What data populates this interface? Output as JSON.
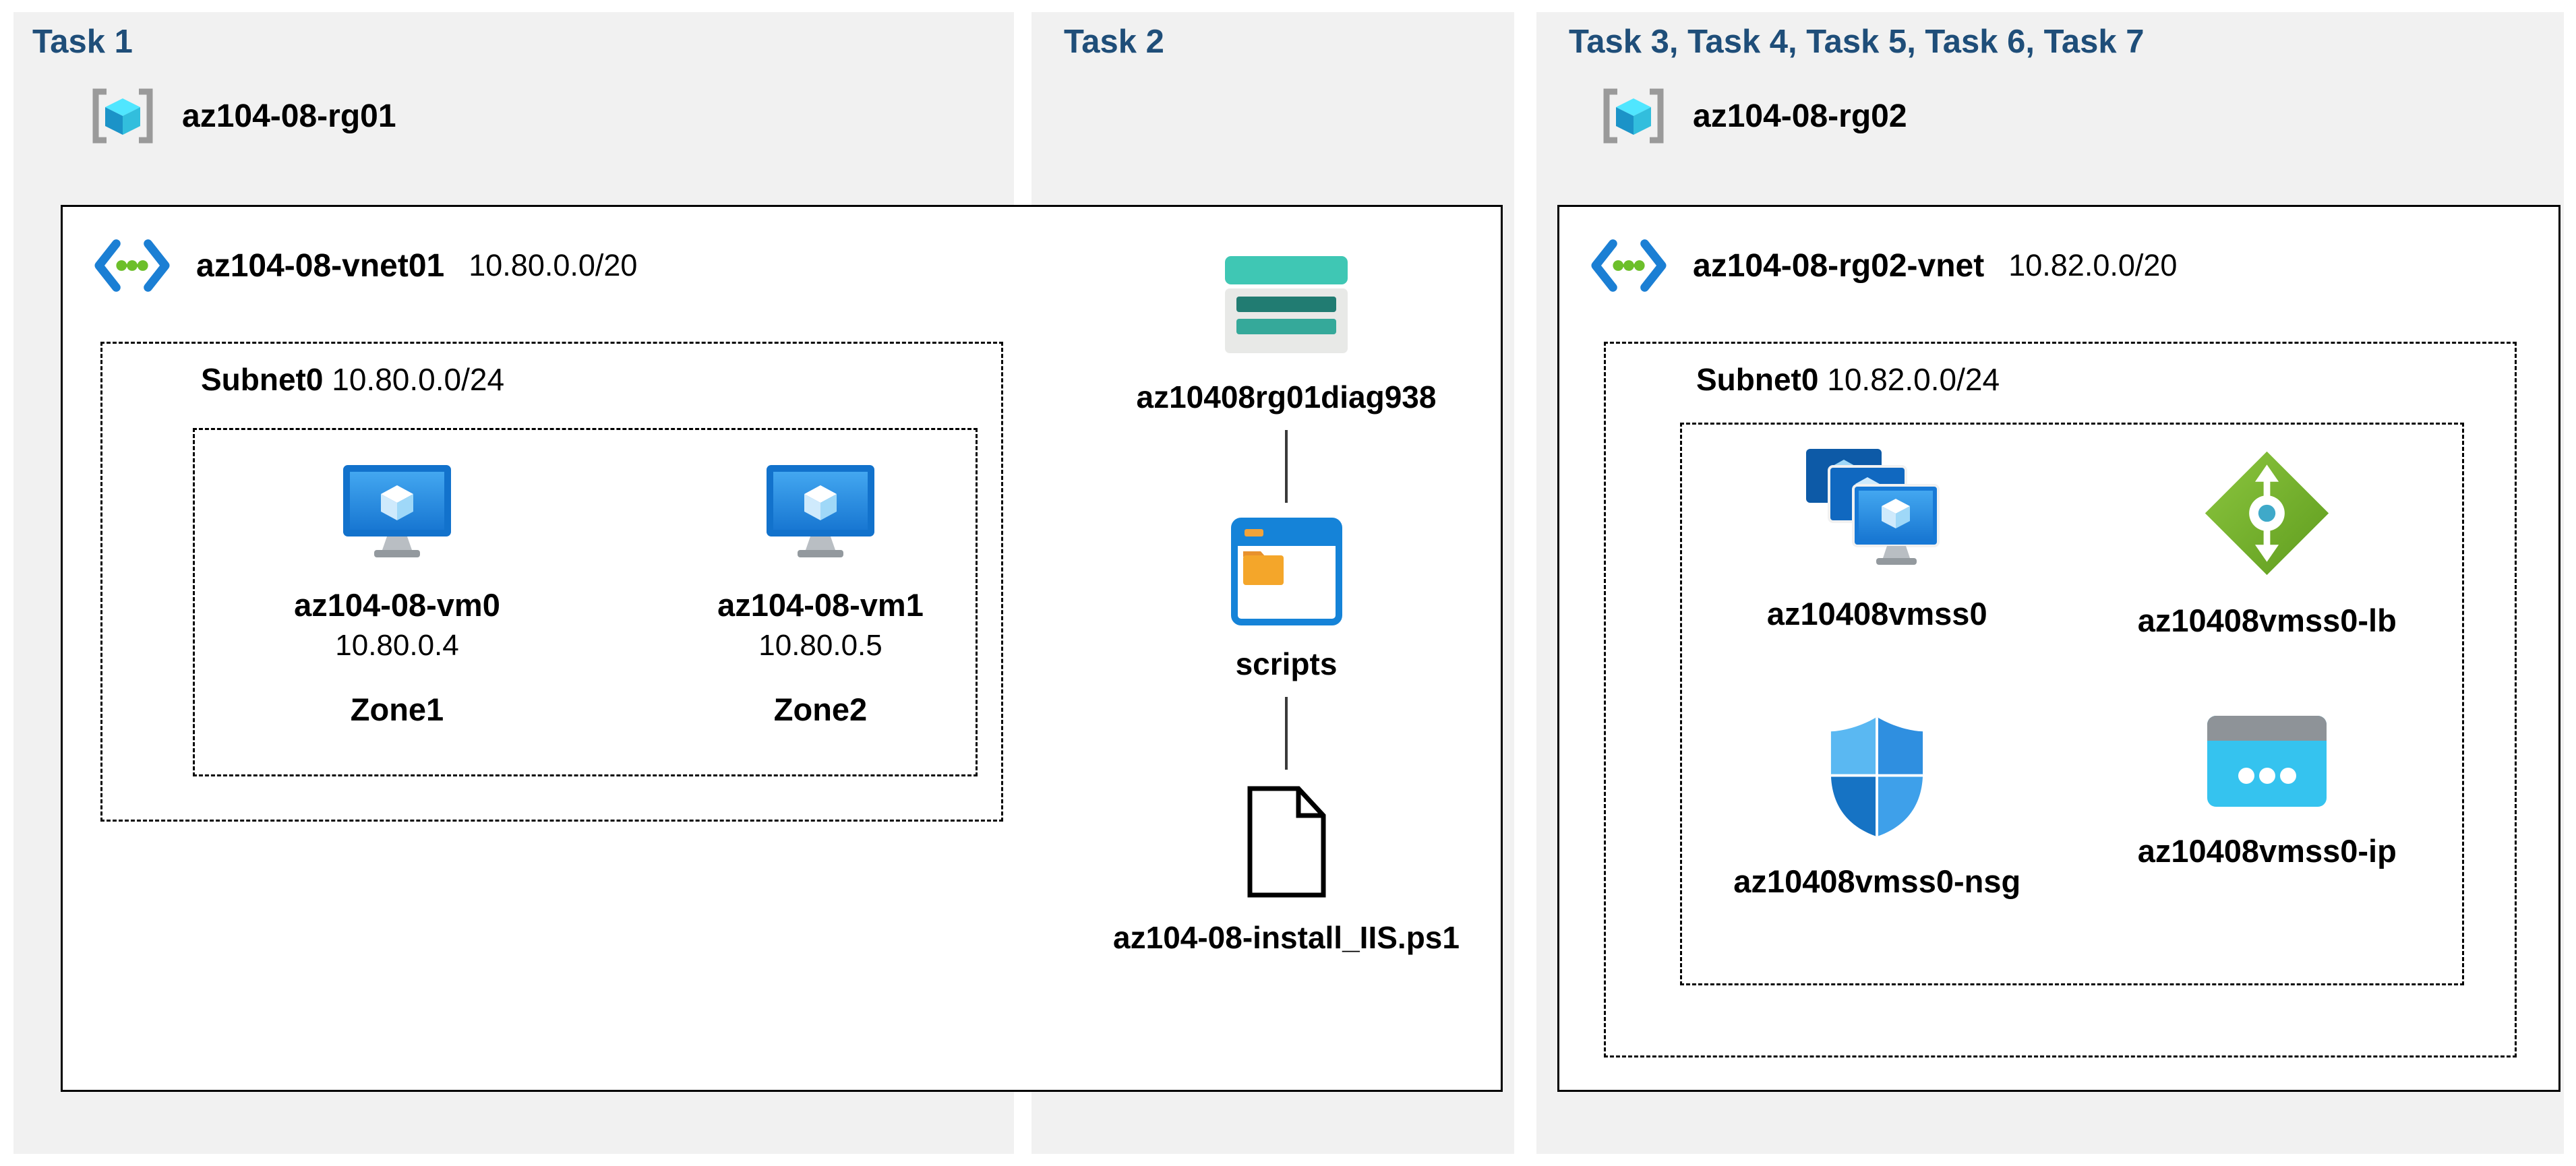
{
  "colors": {
    "heading": "#1f4e79",
    "panel_bg": "#f1f1f1",
    "box_border": "#000000",
    "vnet_blue": "#1b7fd4",
    "dot_green": "#6cbf2a",
    "storage_teal": "#3fc7b4",
    "lb_green": "#76b832",
    "ip_cyan": "#35c3ef"
  },
  "panels": {
    "task1": {
      "title": "Task 1",
      "resource_group": "az104-08-rg01",
      "vnet": {
        "name": "az104-08-vnet01",
        "cidr": "10.80.0.0/20"
      },
      "subnet": {
        "name": "Subnet0",
        "cidr": "10.80.0.0/24"
      },
      "vms": [
        {
          "name": "az104-08-vm0",
          "ip": "10.80.0.4",
          "zone": "Zone1"
        },
        {
          "name": "az104-08-vm1",
          "ip": "10.80.0.5",
          "zone": "Zone2"
        }
      ]
    },
    "task2": {
      "title": "Task 2",
      "storage_account": "az10408rg01diag938",
      "container": "scripts",
      "script_file": "az104-08-install_IIS.ps1"
    },
    "task3": {
      "title": "Task 3, Task 4, Task 5, Task 6, Task 7",
      "resource_group": "az104-08-rg02",
      "vnet": {
        "name": "az104-08-rg02-vnet",
        "cidr": "10.82.0.0/20"
      },
      "subnet": {
        "name": "Subnet0",
        "cidr": "10.82.0.0/24"
      },
      "resources": [
        {
          "name": "az10408vmss0",
          "type": "vm-scale-set"
        },
        {
          "name": "az10408vmss0-lb",
          "type": "load-balancer"
        },
        {
          "name": "az10408vmss0-nsg",
          "type": "network-security-group"
        },
        {
          "name": "az10408vmss0-ip",
          "type": "public-ip"
        }
      ]
    }
  }
}
